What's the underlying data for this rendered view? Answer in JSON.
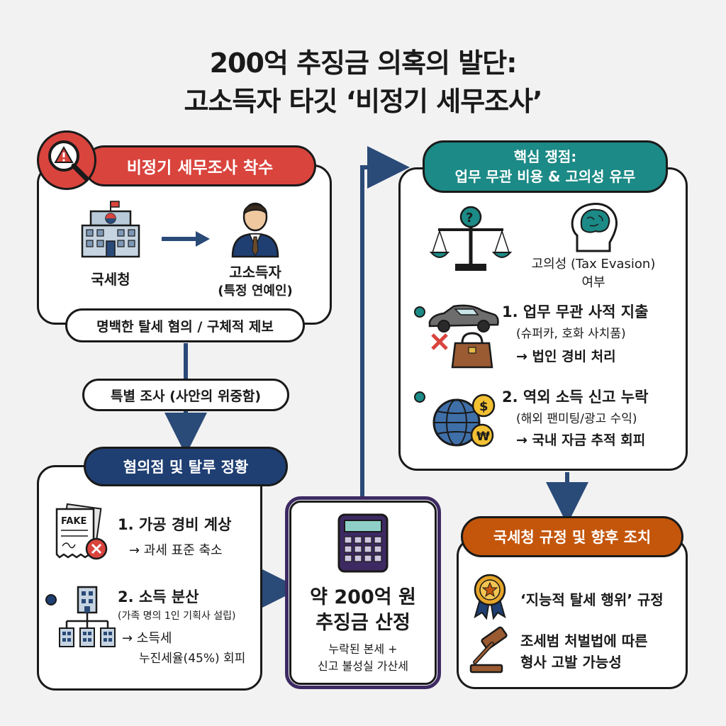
{
  "title": {
    "line1": "200억 추징금 의혹의 발단:",
    "line2": "고소득자 타깃 ‘비정기 세무조사’"
  },
  "launch": {
    "header": "비정기 세무조사 착수",
    "left_label": "국세청",
    "right_label1": "고소득자",
    "right_label2": "(특정 연예인)",
    "bottom_pill": "명백한 탈세 혐의 / 구체적 제보"
  },
  "special": {
    "label": "특별 조사 (사안의 위중함)"
  },
  "suspicion": {
    "header": "혐의점 및 탈루 정황",
    "item1_title": "1. 가공 경비 계상",
    "item1_result": "→ 과세 표준 축소",
    "fake_label": "FAKE",
    "item2_title": "2. 소득 분산",
    "item2_sub": "(가족 명의 1인 기획사 설립)",
    "item2_result1": "→ 소득세",
    "item2_result2": "누진세율(45%) 회피"
  },
  "center": {
    "line1": "약 200억 원",
    "line2": "추징금 산정",
    "sub1": "누락된 본세 +",
    "sub2": "신고 불성실 가산세"
  },
  "issues": {
    "header1": "핵심 쟁점:",
    "header2": "업무 무관 비용 & 고의성 유무",
    "intent1": "고의성 (Tax Evasion)",
    "intent2": "여부",
    "item1_title": "1. 업무 무관 사적 지출",
    "item1_sub": "(슈퍼카, 호화 사치품)",
    "item1_result": "→ 법인 경비 처리",
    "item2_title": "2. 역외 소득 신고 누락",
    "item2_sub": "(해외 팬미팅/광고 수익)",
    "item2_result": "→ 국내 자금 추적 회피"
  },
  "actions": {
    "header": "국세청 규정 및 향후 조치",
    "item1": "‘지능적 탈세 행위’ 규정",
    "item2_1": "조세범 처벌법에 따른",
    "item2_2": "형사 고발 가능성"
  },
  "colors": {
    "red": "#d9443d",
    "navy": "#1f3f73",
    "teal": "#1c8a86",
    "orange": "#c4560b",
    "purple": "#3d2a63",
    "arrow": "#2a4a78"
  }
}
